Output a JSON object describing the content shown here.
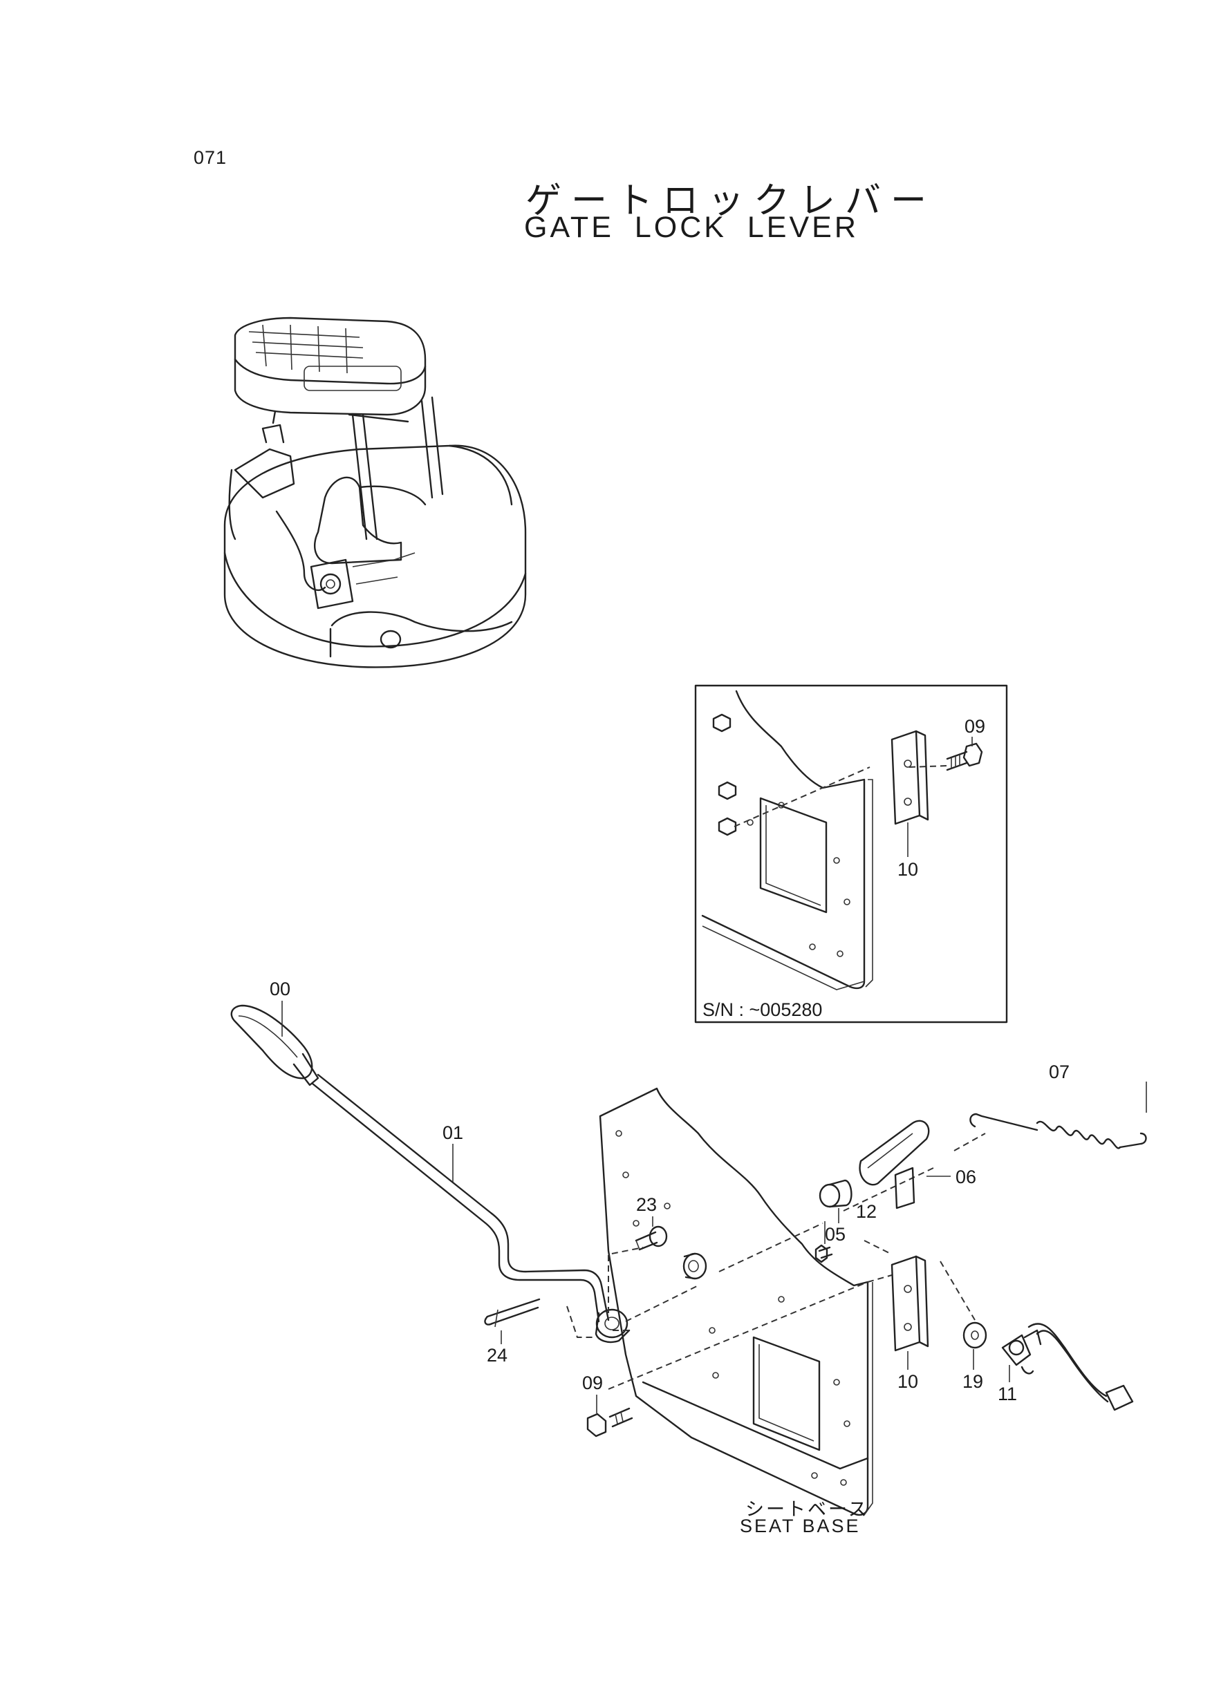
{
  "page_code": "071",
  "title_jp": "ゲートロックレバー",
  "title_en": "GATE LOCK LEVER",
  "inset_serial": "S/N : ~005280",
  "seat_base_jp": "シートベース",
  "seat_base_en": "SEAT BASE",
  "part_labels": {
    "p00": "00",
    "p01": "01",
    "p05": "05",
    "p06": "06",
    "p07": "07",
    "p09_inset": "09",
    "p09_main": "09",
    "p10_inset": "10",
    "p10_main": "10",
    "p11": "11",
    "p12": "12",
    "p19": "19",
    "p23": "23",
    "p24": "24"
  }
}
